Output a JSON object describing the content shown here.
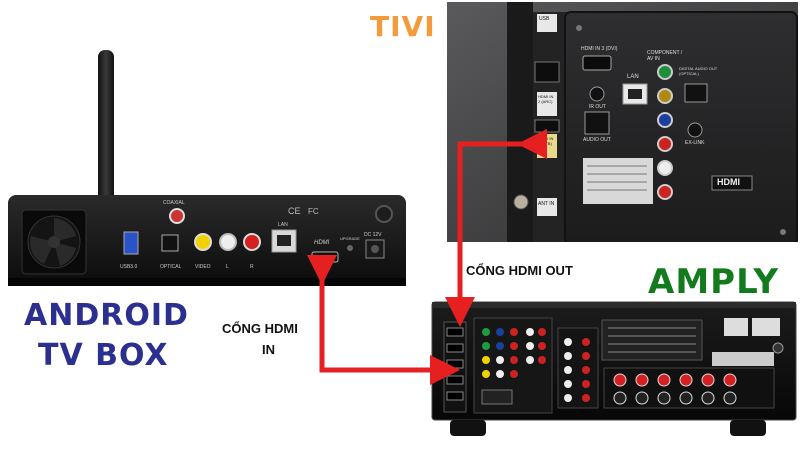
{
  "titles": {
    "tv": "TIVI",
    "amply": "AMPLY",
    "box_line1": "ANDROID",
    "box_line2": "TV BOX"
  },
  "labels": {
    "hdmi_out": "CỔNG HDMI OUT",
    "hdmi_in_line1": "CỔNG HDMI",
    "hdmi_in_line2": "IN"
  },
  "tv_panel": {
    "usb": "USB",
    "hdmi3": "HDMI IN 3 (DVI)",
    "lan": "LAN",
    "component": "COMPONENT / AV IN",
    "digital_audio": "DIGITAL AUDIO OUT (OPTICAL)",
    "ir_out": "IR OUT",
    "audio_out": "AUDIO OUT",
    "hdmi2": "HDMI IN 2 (ARC)",
    "hdmi1": "HDMI IN 1 (STB)",
    "ex_link": "EX-LINK",
    "ant_in": "ANT IN",
    "hdmi_logo": "HDMI"
  },
  "box_panel": {
    "coaxial": "COAXIAL",
    "usb": "USB3.0",
    "optical": "OPTICAL",
    "video": "VIDEO",
    "l": "L",
    "r": "R",
    "lan": "LAN",
    "hdmi": "HDMI",
    "upgrade": "UPGRADE",
    "dc": "DC 12V"
  },
  "colors": {
    "tv_title": "#f39a3a",
    "amply_title": "#137a1e",
    "box_title": "#2b2f8f",
    "cable": "#e62020"
  }
}
